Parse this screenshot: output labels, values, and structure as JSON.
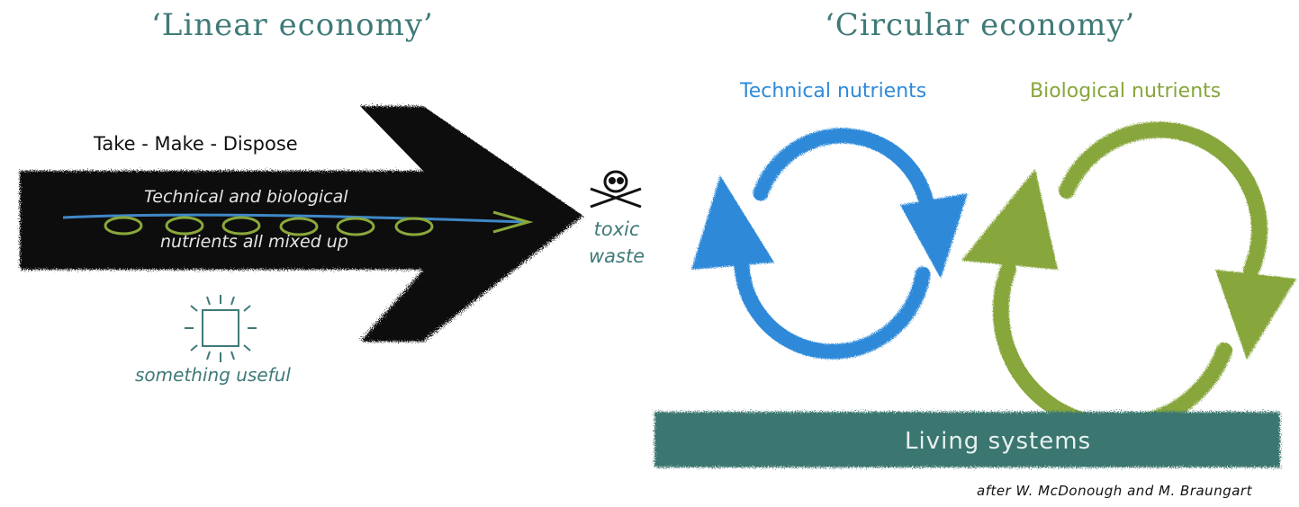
{
  "titles": {
    "linear": "‘Linear economy’",
    "circular": "‘Circular economy’"
  },
  "linear": {
    "process": "Take - Make - Dispose",
    "arrow_text_1": "Technical and biological",
    "arrow_text_2": "nutrients all mixed up",
    "toxic_1": "toxic",
    "toxic_2": "waste",
    "useful": "something useful",
    "icons": [
      "skull-crossbones-icon",
      "glowing-box-icon"
    ],
    "nutrient_ring_count": 6
  },
  "circular": {
    "technical": "Technical nutrients",
    "biological": "Biological nutrients",
    "living": "Living systems"
  },
  "credit": "after W. McDonough and M. Braungart",
  "colors": {
    "title": "#3f7a78",
    "technical_blue": "#2f8ad9",
    "biological_green": "#87a63a",
    "living_teal": "#3a7670",
    "arrow_black": "#0c0c0c",
    "ring_green": "#8aa83a",
    "flow_line_blue": "#3f88c8"
  }
}
